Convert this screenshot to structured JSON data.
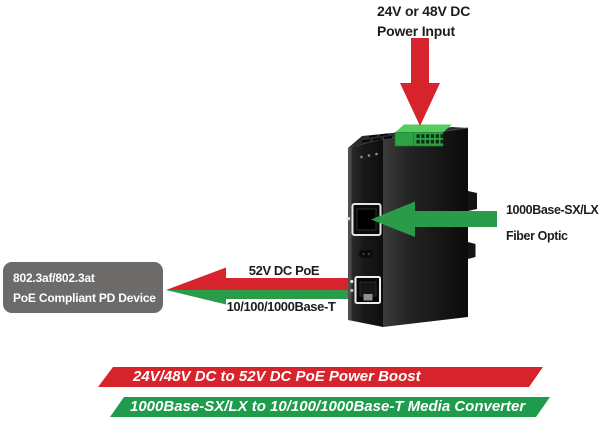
{
  "diagram": {
    "power_input": {
      "line1": "24V or 48V DC",
      "line2": "Power Input"
    },
    "fiber": {
      "line1": "1000Base-SX/LX",
      "line2": "Fiber Optic"
    },
    "poe_output": {
      "top_label": "52V DC PoE",
      "bottom_label": "10/100/1000Base-T"
    },
    "pd_device": {
      "line1": "802.3af/802.3at",
      "line2": "PoE Compliant PD Device"
    },
    "banners": {
      "power_boost": "24V/48V DC to 52V DC PoE Power Boost",
      "media_converter": "1000Base-SX/LX to 10/100/1000Base-T Media Converter"
    },
    "colors": {
      "arrow_red": "#d7232b",
      "arrow_green": "#2a9c49",
      "banner_red": "#d7242c",
      "banner_green": "#1f9b4c",
      "pd_box_gray": "#6d6a6a",
      "terminal_block_green": "#2da245",
      "device_black": "#161616",
      "label_text": "#1e1c1d",
      "banner_text": "#ffffff"
    }
  }
}
